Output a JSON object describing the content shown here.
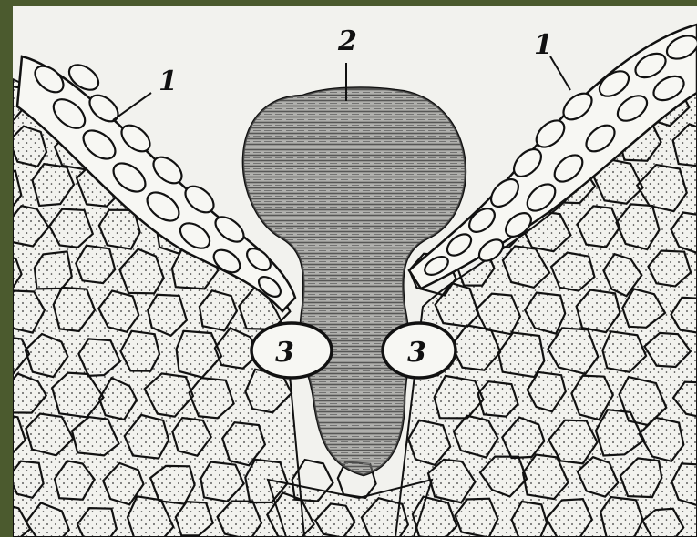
{
  "figure": {
    "labels": [
      {
        "id": "left-epidermis",
        "text": "1"
      },
      {
        "id": "right-epidermis",
        "text": "1"
      },
      {
        "id": "dark-structure",
        "text": "2"
      },
      {
        "id": "left-guard-cell",
        "text": "3"
      },
      {
        "id": "right-guard-cell",
        "text": "3"
      }
    ]
  },
  "colors": {
    "frame": "#4b5a2e",
    "paper": "#f2f2ee",
    "ink": "#111111",
    "parenchyma_fill": "#ededea",
    "hatch": "#333333"
  }
}
